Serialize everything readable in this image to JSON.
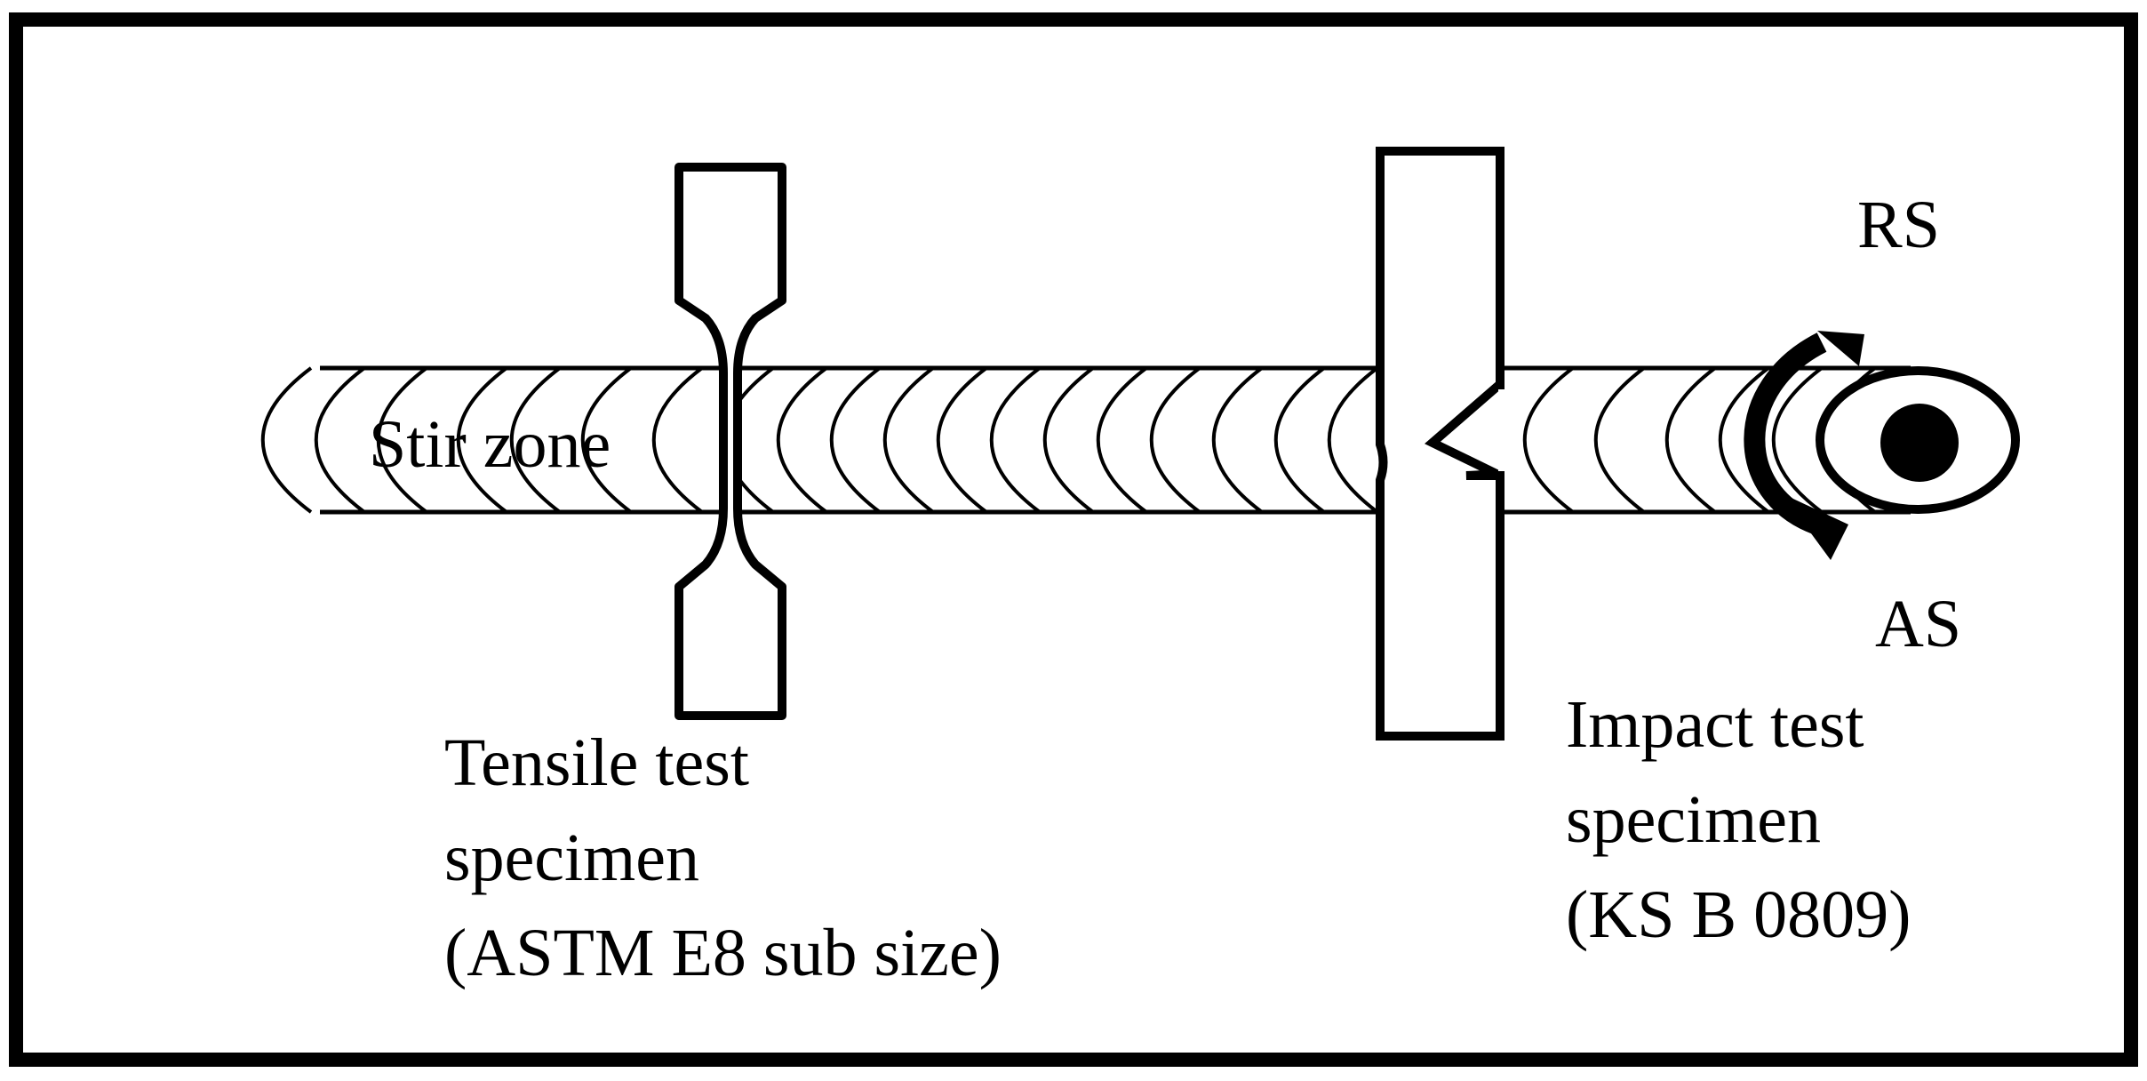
{
  "labels": {
    "stir_zone": "Stir zone",
    "rs": "RS",
    "as": "AS",
    "tensile": {
      "line1": "Tensile test",
      "line2": "specimen",
      "line3": "(ASTM E8 sub size)"
    },
    "impact": {
      "line1": "Impact test",
      "line2": "specimen",
      "line3": "(KS B 0809)"
    }
  }
}
